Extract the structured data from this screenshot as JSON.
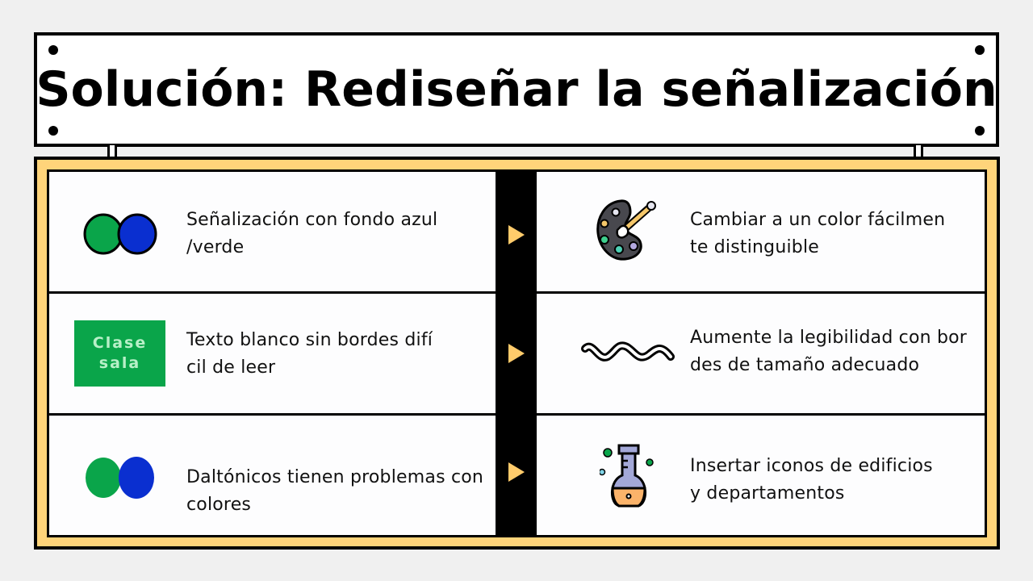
{
  "title": "Solución: Rediseñar la señalización",
  "rows": [
    {
      "problem": {
        "icon": "overlapping-circles-outlined-icon",
        "line1": "Señalización con fondo azul",
        "line2": "/verde"
      },
      "solution": {
        "icon": "paint-palette-icon",
        "line1": "Cambiar a un color fácilmen",
        "line2": "te distinguible"
      }
    },
    {
      "problem": {
        "icon": "classroom-sign-icon",
        "sign_line1": "Clase",
        "sign_line2": "sala",
        "line1": "Texto blanco sin bordes difí",
        "line2": "cil de leer"
      },
      "solution": {
        "icon": "wavy-line-icon",
        "line1": "Aumente la legibilidad con bor",
        "line2": "des de tamaño adecuado"
      }
    },
    {
      "problem": {
        "icon": "overlapping-circles-icon",
        "line1": "Daltónicos tienen problemas con",
        "line2": "colores"
      },
      "solution": {
        "icon": "flask-icon",
        "line1": "Insertar iconos de edificios",
        "line2": "y departamentos"
      }
    }
  ],
  "colors": {
    "frame": "#ffd47a",
    "arrow": "#ffcb6b",
    "green": "#0aa54a",
    "blue": "#0a2fd0",
    "background": "#f0f0f0"
  }
}
